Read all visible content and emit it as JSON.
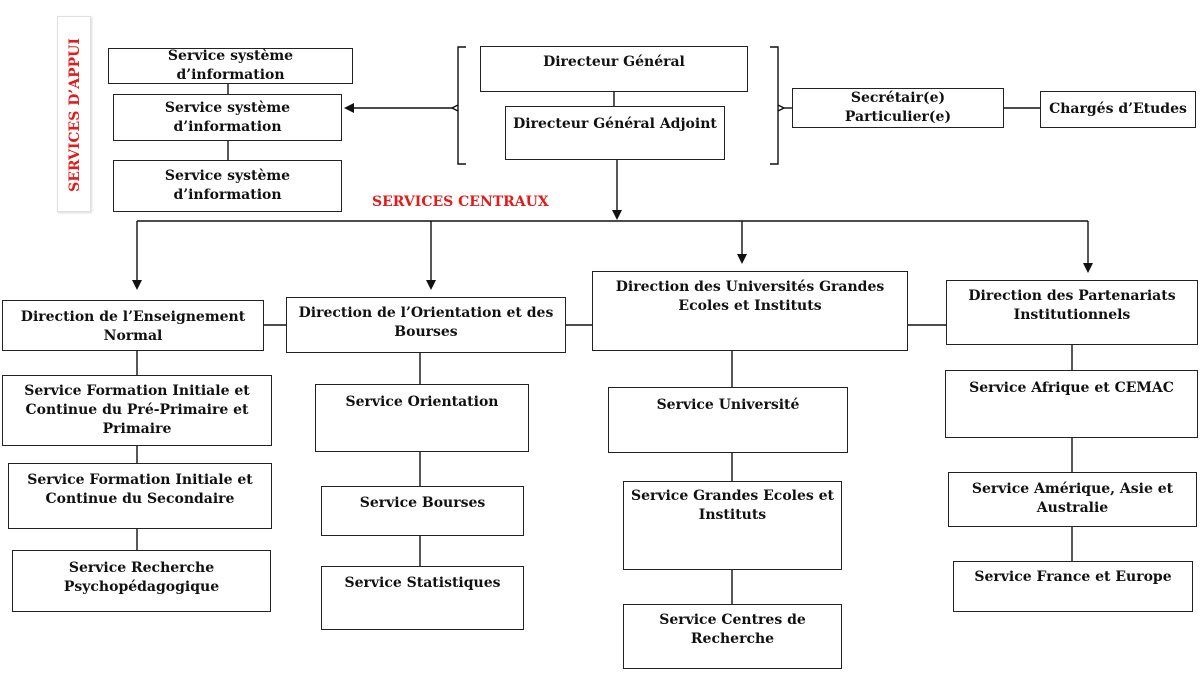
{
  "labels": {
    "services_appui": "SERVICES D’APPUI",
    "services_centraux": "SERVICES CENTRAUX"
  },
  "direction": {
    "dg": "Directeur Général",
    "dga": "Directeur Général Adjoint",
    "secretaire": "Secrétair(e) Particulier(e)",
    "charges": "Chargés d’Etudes"
  },
  "appui": {
    "s1": "Service système d’information",
    "s2": "Service système d’information",
    "s3": "Service système d’information"
  },
  "directions": [
    {
      "name": "Direction de l’Enseignement Normal",
      "services": [
        "Service Formation Initiale et Continue du Pré-Primaire et Primaire",
        "Service Formation Initiale et Continue du Secondaire",
        "Service Recherche Psychopédagogique"
      ]
    },
    {
      "name": "Direction de l’Orientation et des Bourses",
      "services": [
        "Service Orientation",
        "Service Bourses",
        "Service Statistiques"
      ]
    },
    {
      "name": "Direction des Universités Grandes Ecoles et Instituts",
      "services": [
        "Service Université",
        "Service Grandes Ecoles et Instituts",
        "Service Centres de Recherche"
      ]
    },
    {
      "name": "Direction des Partenariats Institutionnels",
      "services": [
        "Service Afrique et CEMAC",
        "Service Amérique, Asie et Australie",
        "Service France et Europe"
      ]
    }
  ],
  "colors": {
    "label_red": "#e21b1b",
    "line": "#111111"
  }
}
